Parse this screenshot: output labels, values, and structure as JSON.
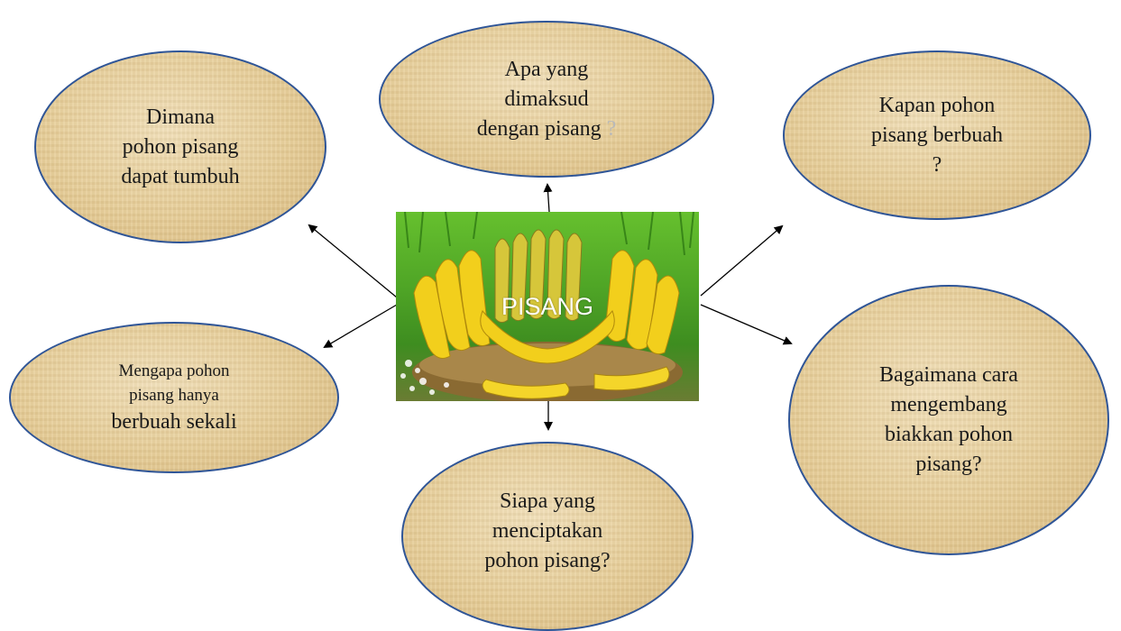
{
  "center": {
    "label": "PISANG"
  },
  "bubbles": [
    {
      "id": "top",
      "lines": [
        "Apa yang",
        "dimaksud",
        "dengan pisang"
      ],
      "suffix": "?"
    },
    {
      "id": "top-left",
      "lines": [
        "Dimana",
        "pohon pisang",
        "dapat tumbuh"
      ]
    },
    {
      "id": "top-right",
      "lines": [
        "Kapan pohon",
        "pisang berbuah",
        "?"
      ]
    },
    {
      "id": "left",
      "lines": [
        "Mengapa pohon",
        "pisang hanya"
      ],
      "last_line": "berbuah sekali"
    },
    {
      "id": "right",
      "lines": [
        "Bagaimana cara",
        "mengembang",
        "biakkan pohon",
        "pisang?"
      ]
    },
    {
      "id": "bottom",
      "lines": [
        "Siapa yang",
        "menciptakan",
        "pohon pisang?"
      ]
    }
  ],
  "colors": {
    "bubble_border": "#2f5597",
    "bubble_fill": "#e6cd97",
    "arrow": "#000000",
    "center_label": "#ffffff"
  }
}
